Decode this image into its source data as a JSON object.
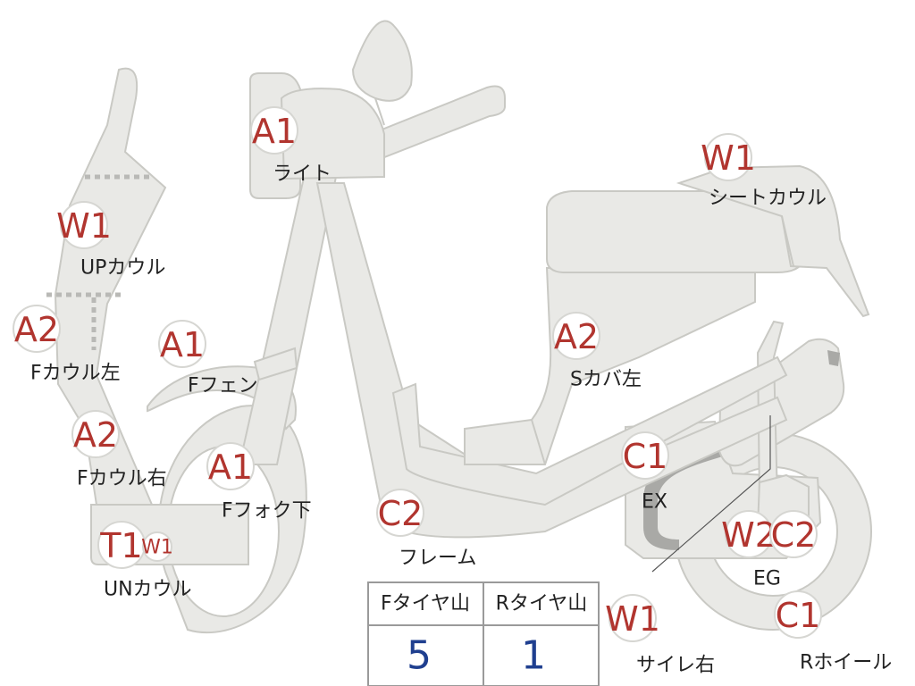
{
  "colors": {
    "part_fill": "#e9e9e6",
    "part_stroke": "#c9c9c4",
    "badge_text": "#b1352f",
    "table_value": "#1f3f8f",
    "label_text": "#222222"
  },
  "parts": [
    {
      "id": "light",
      "code": "A1",
      "label": "ライト"
    },
    {
      "id": "seat-cowl",
      "code": "W1",
      "label": "シートカウル"
    },
    {
      "id": "up-cowl",
      "code": "W1",
      "label": "UPカウル"
    },
    {
      "id": "f-cowl-left",
      "code": "A2",
      "label": "Fカウル左"
    },
    {
      "id": "f-fender",
      "code": "A1",
      "label": "Fフェン"
    },
    {
      "id": "s-cover-left",
      "code": "A2",
      "label": "Sカバ左"
    },
    {
      "id": "f-cowl-right",
      "code": "A2",
      "label": "Fカウル右"
    },
    {
      "id": "f-fork-lower",
      "code": "A1",
      "label": "Fフォク下"
    },
    {
      "id": "ex",
      "code": "C1",
      "label": "EX"
    },
    {
      "id": "frame",
      "code": "C2",
      "label": "フレーム"
    },
    {
      "id": "eg",
      "codes": [
        "W2",
        "C2"
      ],
      "label": "EG"
    },
    {
      "id": "un-cowl",
      "codes": [
        "T1",
        "W1"
      ],
      "label": "UNカウル"
    },
    {
      "id": "silencer-right",
      "code": "W1",
      "label": "サイレ右"
    },
    {
      "id": "r-wheel",
      "code": "C1",
      "label": "Rホイール"
    }
  ],
  "tire_table": {
    "headers": [
      "Fタイヤ山",
      "Rタイヤ山"
    ],
    "values": [
      "5",
      "1"
    ]
  }
}
